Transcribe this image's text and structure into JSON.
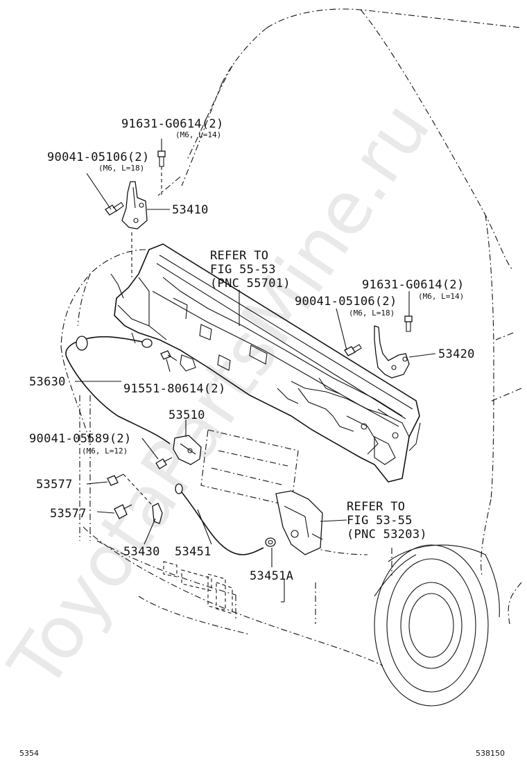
{
  "diagram": {
    "watermark": "ToyotaPartsMine.ru",
    "labels": {
      "bolt_top": "91631-G0614(2)",
      "bolt_top_spec": "(M6, L=14)",
      "bolt_left_top": "90041-05106(2)",
      "bolt_left_top_spec": "(M6, L=18)",
      "hinge_left": "53410",
      "refer1_l1": "REFER TO",
      "refer1_l2": "FIG 55-53",
      "refer1_l3": "(PNC 55701)",
      "bolt_right_top": "91631-G0614(2)",
      "bolt_right_top_spec": "(M6, L=14)",
      "bolt_right_mid": "90041-05106(2)",
      "bolt_right_mid_spec": "(M6, L=18)",
      "hinge_right": "53420",
      "cable": "53630",
      "bolt_cable": "91551-80614(2)",
      "lock": "53510",
      "bolt_lock": "90041-05589(2)",
      "bolt_lock_spec": "(M6, L=12)",
      "cushion1": "53577",
      "cushion2": "53577",
      "hook": "53430",
      "rod": "53451",
      "clamp": "53451A",
      "refer2_l1": "REFER TO",
      "refer2_l2": "FIG 53-55",
      "refer2_l3": "(PNC 53203)"
    },
    "footer": {
      "left": "5354",
      "right": "538150"
    }
  }
}
